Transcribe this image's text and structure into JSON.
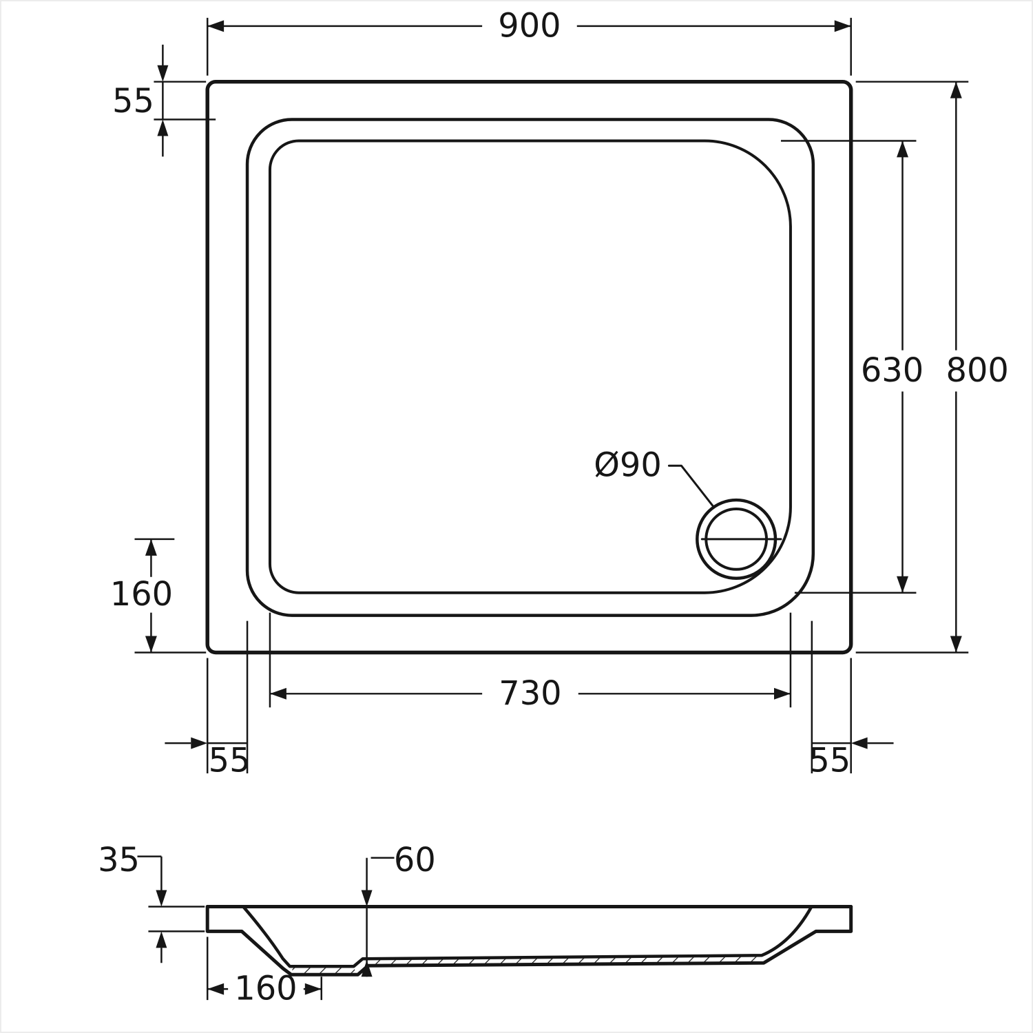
{
  "drawing": {
    "type": "technical-drawing",
    "subject": "rectangular shower tray with corner drain, plan view and section view",
    "colors": {
      "line": "#161616",
      "background": "#ffffff"
    },
    "top_view": {
      "width_overall": "900",
      "rim_top": "55",
      "height_overall": "800",
      "height_inner": "630",
      "drain_offset_bottom": "160",
      "width_inner": "730",
      "rim_left": "55",
      "rim_right": "55",
      "drain_diameter": "Ø90"
    },
    "side_view": {
      "rim_height": "35",
      "depth": "60",
      "drain_offset": "160"
    }
  }
}
